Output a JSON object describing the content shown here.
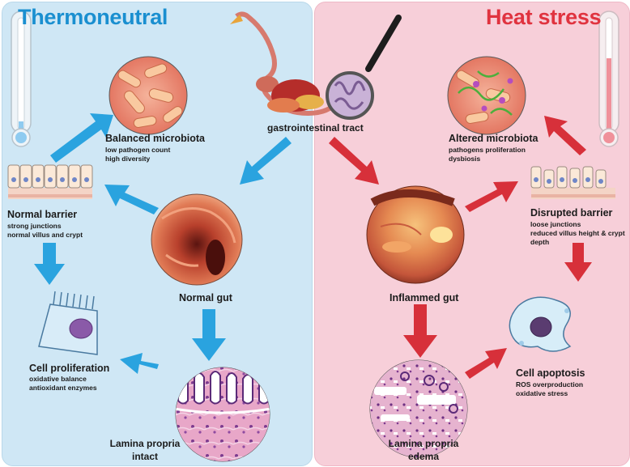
{
  "titles": {
    "left": "Thermoneutral",
    "right": "Heat stress"
  },
  "center": {
    "gi_tract": "gastrointestinal tract"
  },
  "left": {
    "microbiota": {
      "title": "Balanced microbiota",
      "lines": [
        "low pathogen count",
        "high diversity"
      ]
    },
    "barrier": {
      "title": "Normal  barrier",
      "lines": [
        "strong junctions",
        "normal villus and crypt"
      ]
    },
    "gut": {
      "title": "Normal gut"
    },
    "cell": {
      "title": "Cell proliferation",
      "lines": [
        "oxidative balance",
        "antioxidant enzymes"
      ]
    },
    "lamina": {
      "title_line1": "Lamina propria",
      "title_line2": "intact"
    }
  },
  "right": {
    "microbiota": {
      "title": "Altered microbiota",
      "lines": [
        "pathogens proliferation",
        "dysbiosis"
      ]
    },
    "barrier": {
      "title": "Disrupted barrier",
      "lines": [
        "loose junctions",
        "reduced villus height & crypt",
        "depth"
      ]
    },
    "gut": {
      "title": "Inflammed gut"
    },
    "cell": {
      "title": "Cell apoptosis",
      "lines": [
        "ROS overproduction",
        "oxidative stress"
      ]
    },
    "lamina": {
      "title_line1": "Lamina propria",
      "title_line2": "edema"
    }
  },
  "colors": {
    "left_bg": "#cfe7f5",
    "right_bg": "#f7cfd9",
    "left_title": "#1a8fd0",
    "right_title": "#e0333f",
    "blue_arrow": "#2aa3df",
    "red_arrow": "#d7303a"
  }
}
